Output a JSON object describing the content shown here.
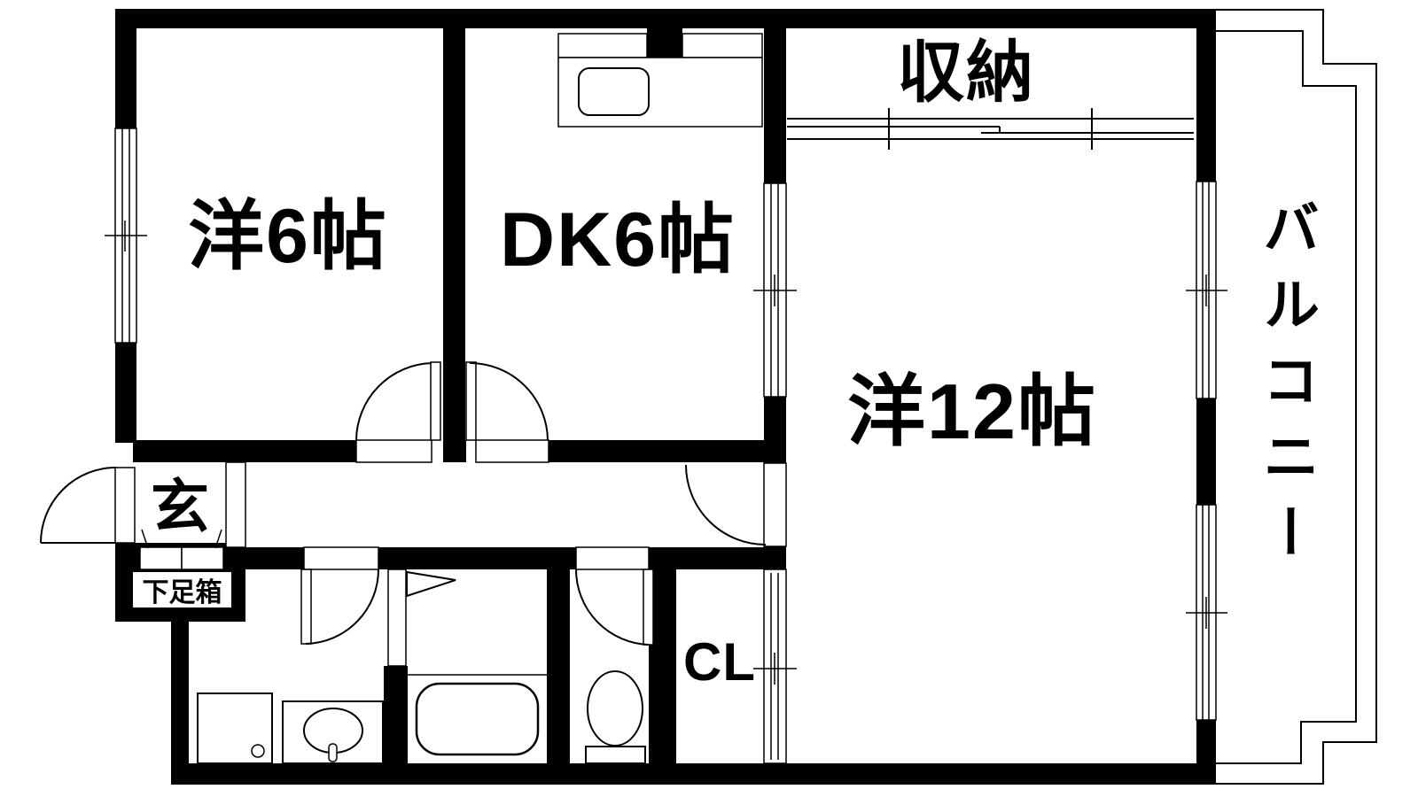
{
  "plan": {
    "type": "japanese-apartment-floorplan",
    "colors": {
      "wall": "#000000",
      "background": "#ffffff",
      "line": "#000000"
    }
  },
  "rooms": {
    "west6": "洋6帖",
    "dk": "DK6帖",
    "west12": "洋12帖",
    "storage": "収納",
    "balcony": "バルコニー",
    "entrance": "玄",
    "shoebox": "下足箱",
    "closet": "CL"
  },
  "fixtures": [
    "kitchen-sink",
    "bathtub",
    "washbasin",
    "washing-machine-pan",
    "toilet"
  ]
}
